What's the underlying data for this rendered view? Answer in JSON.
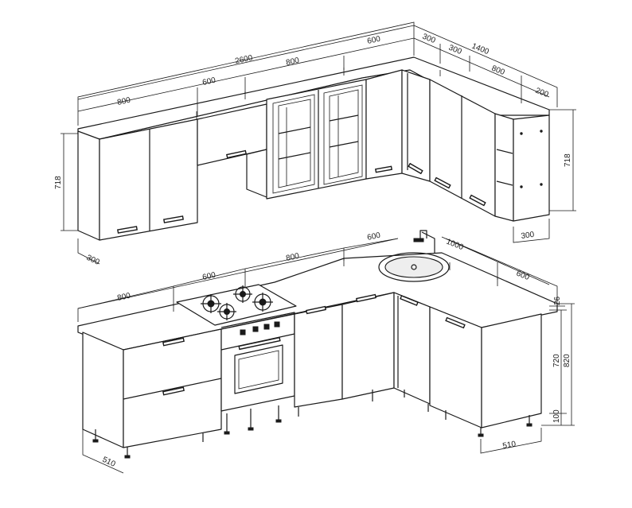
{
  "dimensions": {
    "upper": {
      "total": "2600",
      "a": "800",
      "b": "600",
      "c": "800",
      "d": "600",
      "side_total": "1400",
      "side_a": "300",
      "side_b": "300",
      "side_c": "800",
      "side_d": "200",
      "height_left": "718",
      "height_right": "718",
      "depth_left": "300",
      "depth_right": "300"
    },
    "lower": {
      "a": "800",
      "b": "600",
      "c": "800",
      "d": "600",
      "side_a": "1000",
      "side_b": "600",
      "top_thickness": "26",
      "carcass_height": "720",
      "total_height": "820",
      "plinth": "100",
      "depth_left": "510",
      "depth_right": "510"
    }
  }
}
